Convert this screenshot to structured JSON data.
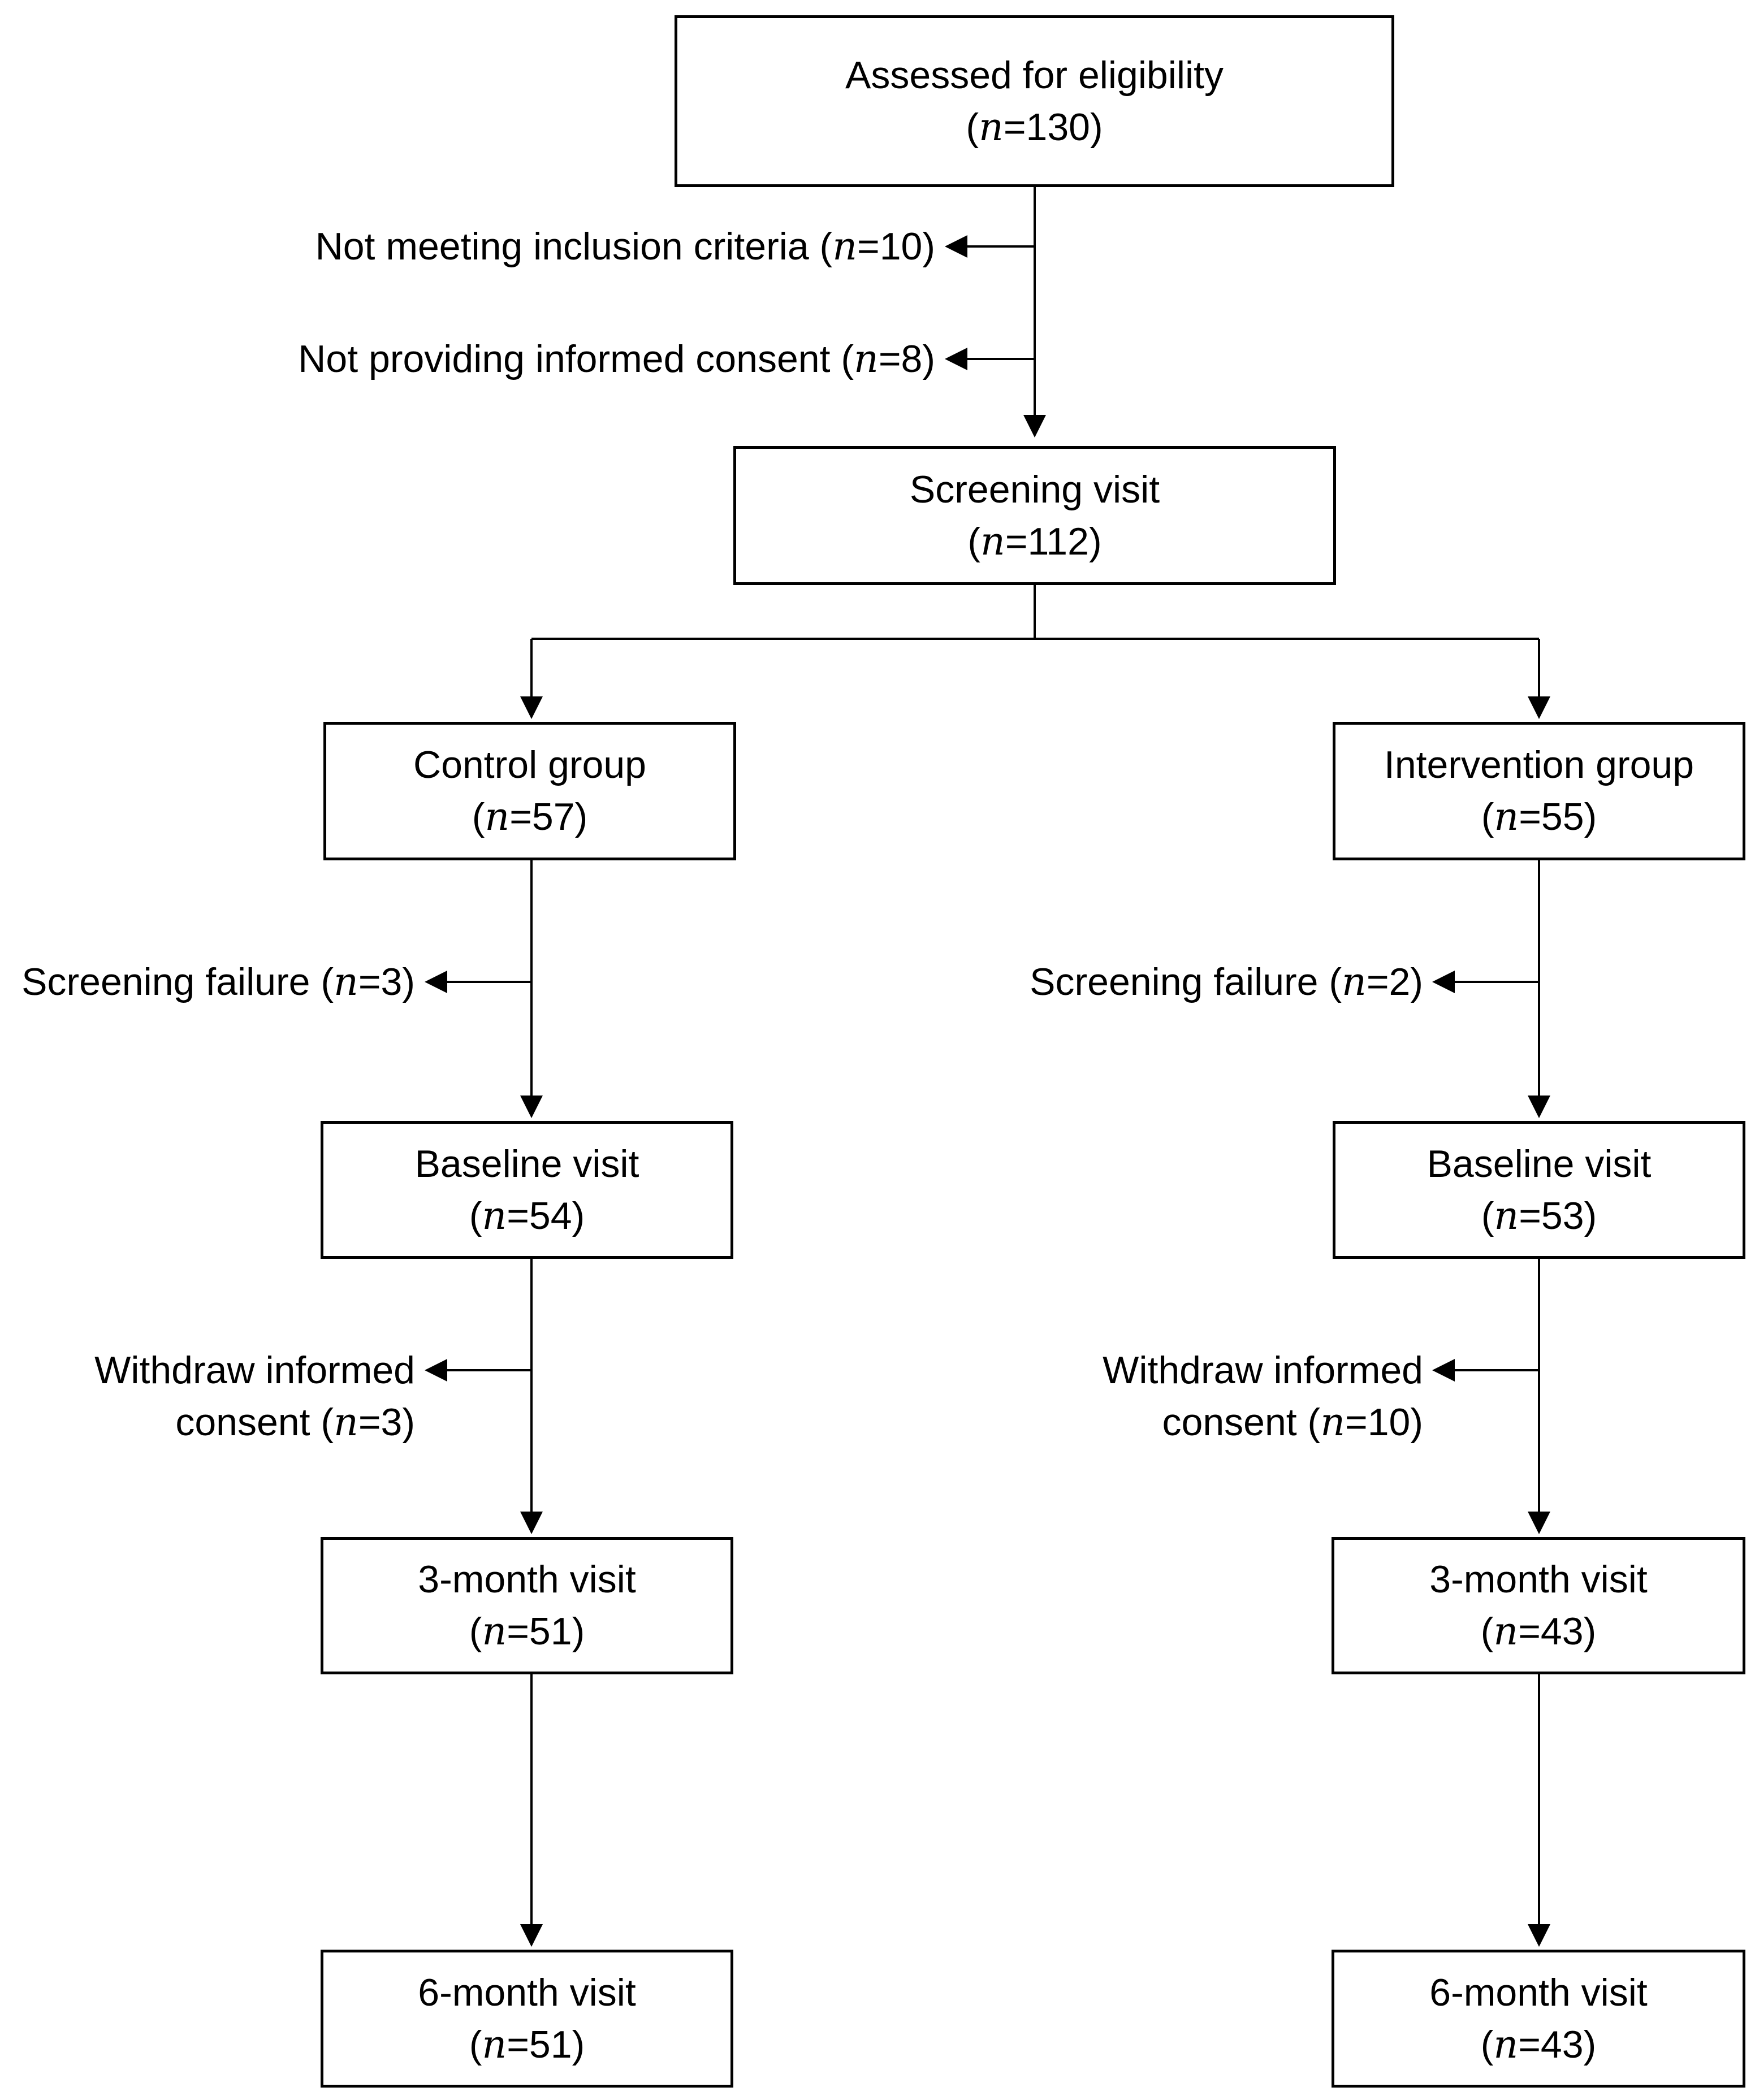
{
  "n_symbol": "n",
  "boxes": {
    "assessed": {
      "label": "Assessed for eligibility",
      "count": "=130"
    },
    "screening": {
      "label": "Screening visit",
      "count": "=112"
    },
    "control": {
      "label": "Control group",
      "count": "=57"
    },
    "intervention": {
      "label": "Intervention group",
      "count": "=55"
    },
    "control_baseline": {
      "label": "Baseline visit",
      "count": "=54"
    },
    "intervention_baseline": {
      "label": "Baseline visit",
      "count": "=53"
    },
    "control_3month": {
      "label": "3-month visit",
      "count": "=51"
    },
    "intervention_3month": {
      "label": "3-month visit",
      "count": "=43"
    },
    "control_6month": {
      "label": "6-month visit",
      "count": "=51"
    },
    "intervention_6month": {
      "label": "6-month visit",
      "count": "=43"
    }
  },
  "exclusions": {
    "not_meeting_criteria": {
      "text": "Not meeting inclusion criteria (",
      "count": "=10)"
    },
    "no_consent": {
      "text": "Not providing informed consent (",
      "count": "=8)"
    },
    "control_screen_fail": {
      "text": "Screening failure (",
      "count": "=3)"
    },
    "intervention_screen_fail": {
      "text": "Screening failure (",
      "count": "=2)"
    },
    "control_withdraw": {
      "line1": "Withdraw informed",
      "text": "consent (",
      "count": "=3)"
    },
    "intervention_withdraw": {
      "line1": "Withdraw informed",
      "text": "consent (",
      "count": "=10)"
    }
  }
}
